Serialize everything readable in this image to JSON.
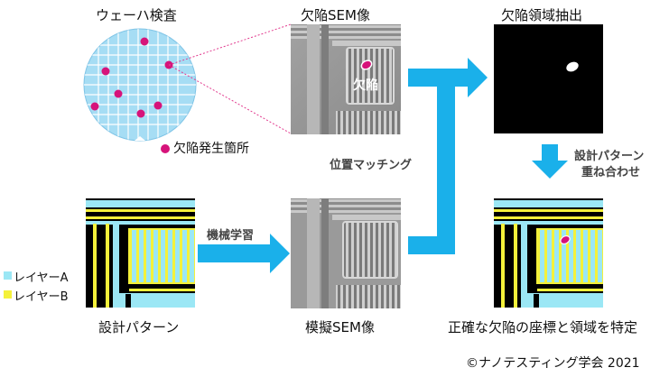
{
  "titles": {
    "wafer": "ウェーハ検査",
    "defect_sem": "欠陥SEM像",
    "extract": "欠陥領域抽出",
    "design": "設計パターン",
    "sim_sem": "模擬SEM像",
    "result": "正確な欠陥の座標と領域を特定"
  },
  "wafer_legend": "欠陥発生箇所",
  "defect_overlay": "欠陥",
  "arrows": {
    "ml": "機械学習",
    "matching": "位置マッチング",
    "overlay_line1": "設計パターン",
    "overlay_line2": "重ね合わせ"
  },
  "layer_legend": [
    {
      "label": "レイヤーA",
      "color": "#9be7f5"
    },
    {
      "label": "レイヤーB",
      "color": "#f4f13a"
    }
  ],
  "copyright": "©ナノテスティング学会 2021",
  "colors": {
    "arrow": "#1ab0ea",
    "wafer": "#a6ddf4",
    "defect": "#d6137a"
  }
}
